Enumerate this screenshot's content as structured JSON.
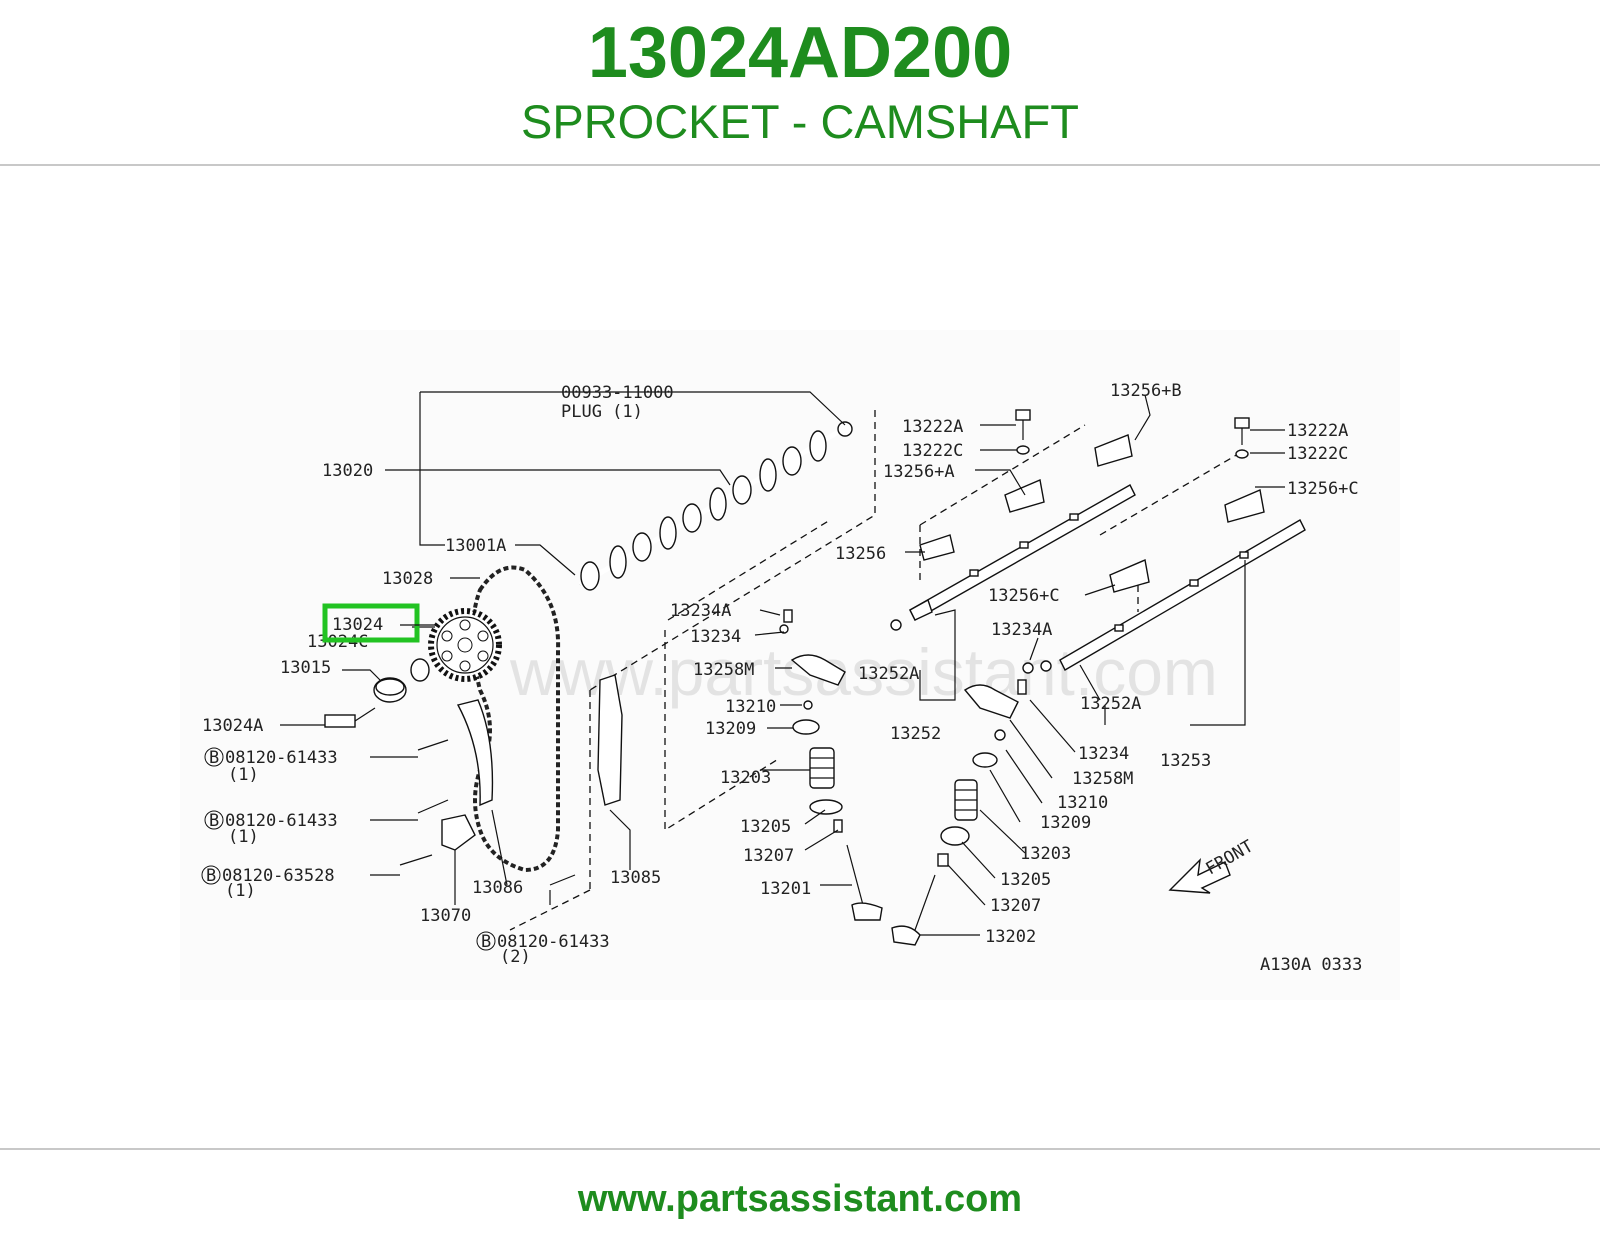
{
  "header": {
    "part_number": "13024AD200",
    "part_name": "SPROCKET - CAMSHAFT"
  },
  "diagram": {
    "watermark": "www.partsassistant.com",
    "highlighted_callout": "13024",
    "callouts": {
      "plug_no": "00933-11000",
      "plug_label": "PLUG (1)",
      "c13020": "13020",
      "c13001A": "13001A",
      "c13028": "13028",
      "c13024": "13024",
      "c13024C": "13024C",
      "c13015": "13015",
      "c13024A": "13024A",
      "b1_no": "08120-61433",
      "b1_qty": "(1)",
      "b2_no": "08120-61433",
      "b2_qty": "(1)",
      "b3_no": "08120-63528",
      "b3_qty": "(1)",
      "c13086": "13086",
      "c13070": "13070",
      "b4_no": "08120-61433",
      "b4_qty": "(2)",
      "c13085": "13085",
      "c13234A_l": "13234A",
      "c13234_l": "13234",
      "c13258M_l": "13258M",
      "c13210_l": "13210",
      "c13209_l": "13209",
      "c13203_l": "13203",
      "c13205_l": "13205",
      "c13207_l": "13207",
      "c13201": "13201",
      "c13222A_l": "13222A",
      "c13222C_l": "13222C",
      "c13256A": "13256+A",
      "c13256": "13256",
      "c13252A_l": "13252A",
      "c13252": "13252",
      "c13256B": "13256+B",
      "c13222A_r": "13222A",
      "c13222C_r": "13222C",
      "c13256C_r": "13256+C",
      "c13256C_m": "13256+C",
      "c13234A_r": "13234A",
      "c13252A_r": "13252A",
      "c13253": "13253",
      "c13234_r": "13234",
      "c13258M_r": "13258M",
      "c13210_r": "13210",
      "c13209_r": "13209",
      "c13203_r": "13203",
      "c13205_r": "13205",
      "c13207_r": "13207",
      "c13202": "13202",
      "front": "FRONT",
      "bolt_mark": "B",
      "figure_code": "A130A 0333"
    }
  },
  "footer": {
    "url": "www.partsassistant.com"
  },
  "colors": {
    "brand_green": "#1e8c1e",
    "highlight_green": "#22c322",
    "rule_gray": "#c8c8c8"
  }
}
